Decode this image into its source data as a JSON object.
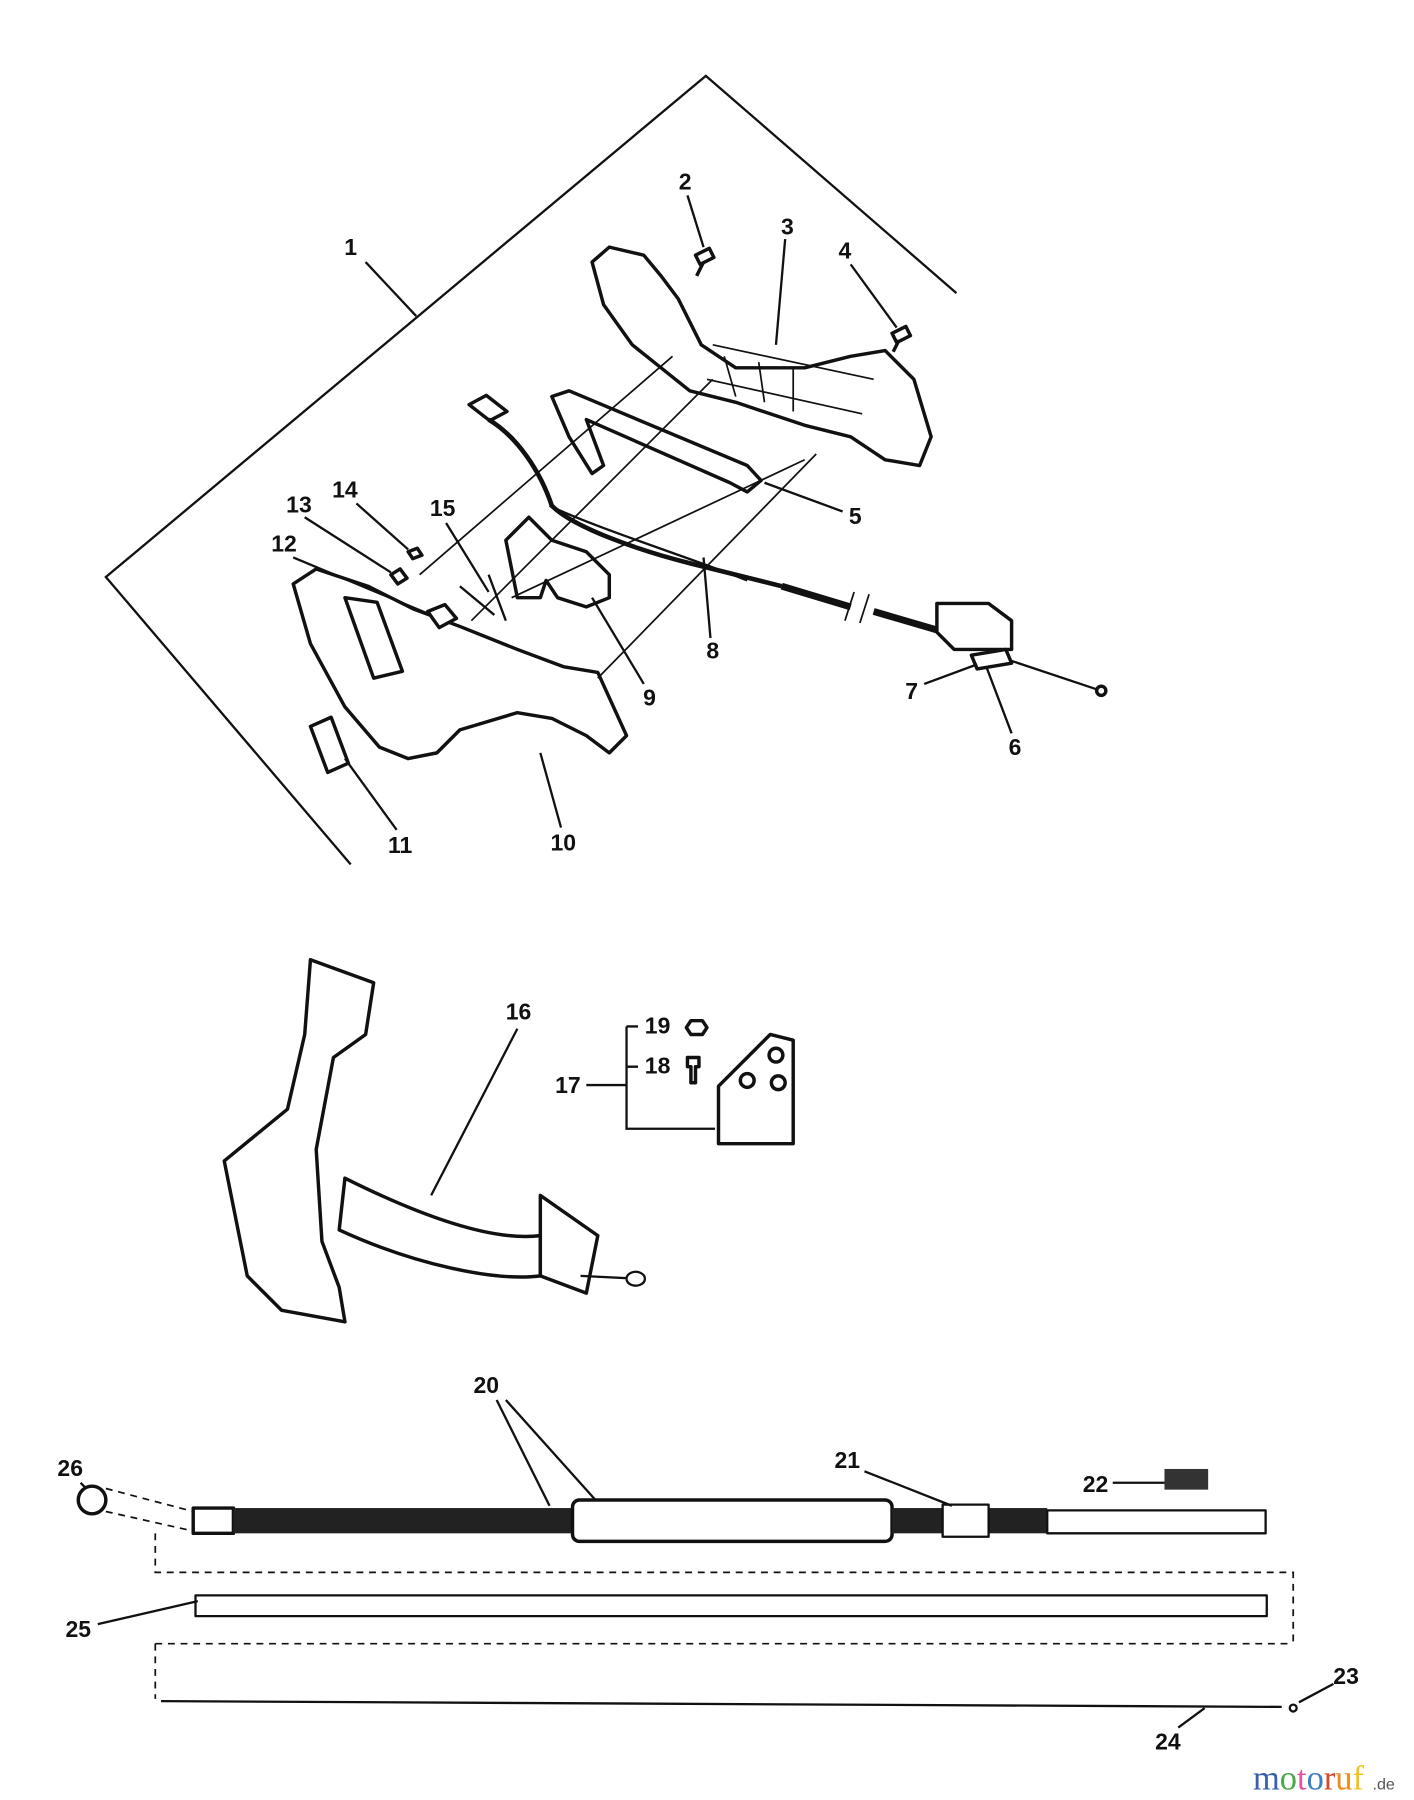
{
  "labels": {
    "p1": "1",
    "p2": "2",
    "p3": "3",
    "p4": "4",
    "p5": "5",
    "p6": "6",
    "p7": "7",
    "p8": "8",
    "p9": "9",
    "p10": "10",
    "p11": "11",
    "p12": "12",
    "p13": "13",
    "p14": "14",
    "p15": "15",
    "p16": "16",
    "p17": "17",
    "p18": "18",
    "p19": "19",
    "p20": "20",
    "p21": "21",
    "p22": "22",
    "p23": "23",
    "p24": "24",
    "p25": "25",
    "p26": "26"
  },
  "logo": {
    "letters": [
      "m",
      "o",
      "t",
      "o",
      "r",
      "u",
      "f"
    ],
    "suffix": ".de",
    "colors": [
      "#3b5fb0",
      "#4aa84a",
      "#e0569a",
      "#3b7fc4",
      "#d9452b",
      "#f08a1d",
      "#f2c21b"
    ]
  }
}
